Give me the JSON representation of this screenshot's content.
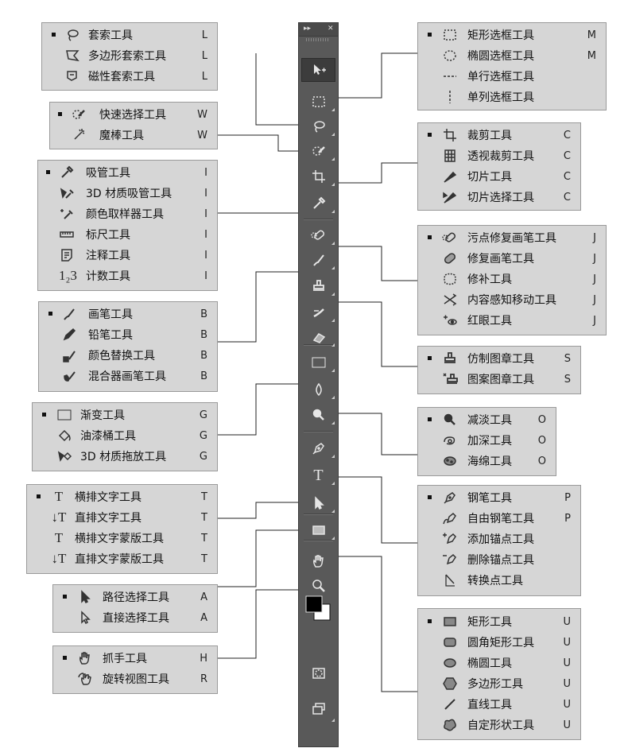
{
  "toolbar": {
    "header_collapse": "▸▸",
    "header_close": "✕",
    "tools": [
      {
        "icon": "move-icon"
      },
      {
        "icon": "rect-marquee-icon"
      },
      {
        "icon": "lasso-icon"
      },
      {
        "icon": "quick-selection-icon"
      },
      {
        "icon": "crop-icon"
      },
      {
        "icon": "eyedropper-icon"
      },
      {
        "icon": "spot-healing-icon"
      },
      {
        "icon": "brush-icon"
      },
      {
        "icon": "clone-stamp-icon"
      },
      {
        "icon": "history-brush-icon"
      },
      {
        "icon": "eraser-icon"
      },
      {
        "icon": "gradient-icon"
      },
      {
        "icon": "blur-icon"
      },
      {
        "icon": "dodge-icon"
      },
      {
        "icon": "pen-icon"
      },
      {
        "icon": "type-icon",
        "text": "T"
      },
      {
        "icon": "path-selection-icon"
      },
      {
        "icon": "rectangle-shape-icon"
      },
      {
        "icon": "hand-icon"
      },
      {
        "icon": "zoom-icon"
      },
      {
        "icon": "color-swatches-icon"
      },
      {
        "icon": "quick-mask-icon"
      },
      {
        "icon": "screen-mode-icon"
      }
    ]
  },
  "panels": {
    "lasso": [
      {
        "label": "套索工具",
        "key": "L",
        "icon": "lasso-icon"
      },
      {
        "label": "多边形套索工具",
        "key": "L",
        "icon": "polygonal-lasso-icon"
      },
      {
        "label": "磁性套索工具",
        "key": "L",
        "icon": "magnetic-lasso-icon"
      }
    ],
    "quick_select": [
      {
        "label": "快速选择工具",
        "key": "W",
        "icon": "quick-selection-icon"
      },
      {
        "label": "魔棒工具",
        "key": "W",
        "icon": "magic-wand-icon"
      }
    ],
    "eyedropper": [
      {
        "label": "吸管工具",
        "key": "I",
        "icon": "eyedropper-icon"
      },
      {
        "label": "3D 材质吸管工具",
        "key": "I",
        "icon": "3d-material-eyedropper-icon"
      },
      {
        "label": "颜色取样器工具",
        "key": "I",
        "icon": "color-sampler-icon"
      },
      {
        "label": "标尺工具",
        "key": "I",
        "icon": "ruler-icon"
      },
      {
        "label": "注释工具",
        "key": "I",
        "icon": "note-icon"
      },
      {
        "label": "计数工具",
        "key": "I",
        "icon": "count-icon",
        "icon_text": "1₂3"
      }
    ],
    "brush": [
      {
        "label": "画笔工具",
        "key": "B",
        "icon": "brush-icon"
      },
      {
        "label": "铅笔工具",
        "key": "B",
        "icon": "pencil-icon"
      },
      {
        "label": "颜色替换工具",
        "key": "B",
        "icon": "color-replacement-icon"
      },
      {
        "label": "混合器画笔工具",
        "key": "B",
        "icon": "mixer-brush-icon"
      }
    ],
    "gradient": [
      {
        "label": "渐变工具",
        "key": "G",
        "icon": "gradient-icon"
      },
      {
        "label": "油漆桶工具",
        "key": "G",
        "icon": "paint-bucket-icon"
      },
      {
        "label": "3D 材质拖放工具",
        "key": "G",
        "icon": "3d-material-drop-icon"
      }
    ],
    "type": [
      {
        "label": "横排文字工具",
        "key": "T",
        "icon": "horizontal-type-icon",
        "icon_text": "T"
      },
      {
        "label": "直排文字工具",
        "key": "T",
        "icon": "vertical-type-icon",
        "icon_text": "↓T"
      },
      {
        "label": "横排文字蒙版工具",
        "key": "T",
        "icon": "horizontal-type-mask-icon",
        "icon_text": "T"
      },
      {
        "label": "直排文字蒙版工具",
        "key": "T",
        "icon": "vertical-type-mask-icon",
        "icon_text": "↓T"
      }
    ],
    "path_select": [
      {
        "label": "路径选择工具",
        "key": "A",
        "icon": "path-selection-icon"
      },
      {
        "label": "直接选择工具",
        "key": "A",
        "icon": "direct-selection-icon"
      }
    ],
    "hand": [
      {
        "label": "抓手工具",
        "key": "H",
        "icon": "hand-icon"
      },
      {
        "label": "旋转视图工具",
        "key": "R",
        "icon": "rotate-view-icon"
      }
    ],
    "marquee": [
      {
        "label": "矩形选框工具",
        "key": "M",
        "icon": "rect-marquee-icon"
      },
      {
        "label": "椭圆选框工具",
        "key": "M",
        "icon": "ellipse-marquee-icon"
      },
      {
        "label": "单行选框工具",
        "key": "",
        "icon": "single-row-marquee-icon"
      },
      {
        "label": "单列选框工具",
        "key": "",
        "icon": "single-column-marquee-icon"
      }
    ],
    "crop": [
      {
        "label": "裁剪工具",
        "key": "C",
        "icon": "crop-icon"
      },
      {
        "label": "透视裁剪工具",
        "key": "C",
        "icon": "perspective-crop-icon"
      },
      {
        "label": "切片工具",
        "key": "C",
        "icon": "slice-icon"
      },
      {
        "label": "切片选择工具",
        "key": "C",
        "icon": "slice-select-icon"
      }
    ],
    "healing": [
      {
        "label": "污点修复画笔工具",
        "key": "J",
        "icon": "spot-healing-icon"
      },
      {
        "label": "修复画笔工具",
        "key": "J",
        "icon": "healing-brush-icon"
      },
      {
        "label": "修补工具",
        "key": "J",
        "icon": "patch-icon"
      },
      {
        "label": "内容感知移动工具",
        "key": "J",
        "icon": "content-aware-move-icon"
      },
      {
        "label": "红眼工具",
        "key": "J",
        "icon": "red-eye-icon"
      }
    ],
    "stamp": [
      {
        "label": "仿制图章工具",
        "key": "S",
        "icon": "clone-stamp-icon"
      },
      {
        "label": "图案图章工具",
        "key": "S",
        "icon": "pattern-stamp-icon"
      }
    ],
    "dodge": [
      {
        "label": "减淡工具",
        "key": "O",
        "icon": "dodge-icon"
      },
      {
        "label": "加深工具",
        "key": "O",
        "icon": "burn-icon"
      },
      {
        "label": "海绵工具",
        "key": "O",
        "icon": "sponge-icon"
      }
    ],
    "pen": [
      {
        "label": "钢笔工具",
        "key": "P",
        "icon": "pen-icon"
      },
      {
        "label": "自由钢笔工具",
        "key": "P",
        "icon": "freeform-pen-icon"
      },
      {
        "label": "添加锚点工具",
        "key": "",
        "icon": "add-anchor-icon"
      },
      {
        "label": "删除锚点工具",
        "key": "",
        "icon": "delete-anchor-icon"
      },
      {
        "label": "转换点工具",
        "key": "",
        "icon": "convert-point-icon"
      }
    ],
    "shape": [
      {
        "label": "矩形工具",
        "key": "U",
        "icon": "rectangle-shape-icon"
      },
      {
        "label": "圆角矩形工具",
        "key": "U",
        "icon": "rounded-rect-icon"
      },
      {
        "label": "椭圆工具",
        "key": "U",
        "icon": "ellipse-shape-icon"
      },
      {
        "label": "多边形工具",
        "key": "U",
        "icon": "polygon-icon"
      },
      {
        "label": "直线工具",
        "key": "U",
        "icon": "line-icon"
      },
      {
        "label": "自定形状工具",
        "key": "U",
        "icon": "custom-shape-icon"
      }
    ]
  }
}
